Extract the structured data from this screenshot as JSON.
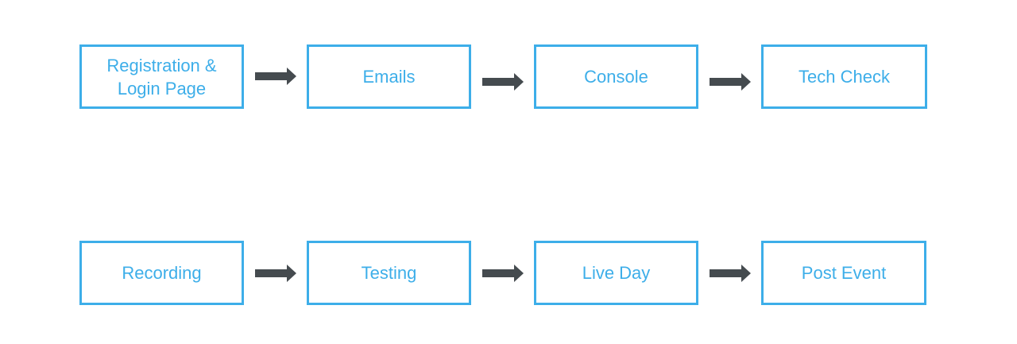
{
  "colors": {
    "box_border": "#3daee9",
    "box_text": "#3daee9",
    "arrow": "#454b4f",
    "background": "#ffffff"
  },
  "rows": [
    {
      "steps": [
        {
          "label_lines": [
            "Registration &",
            "Login Page"
          ]
        },
        {
          "label_lines": [
            "Emails"
          ]
        },
        {
          "label_lines": [
            "Console"
          ]
        },
        {
          "label_lines": [
            "Tech Check"
          ]
        }
      ]
    },
    {
      "steps": [
        {
          "label_lines": [
            "Recording"
          ]
        },
        {
          "label_lines": [
            "Testing"
          ]
        },
        {
          "label_lines": [
            "Live Day"
          ]
        },
        {
          "label_lines": [
            "Post Event"
          ]
        }
      ]
    }
  ],
  "connector_icon": "right-arrow-icon"
}
